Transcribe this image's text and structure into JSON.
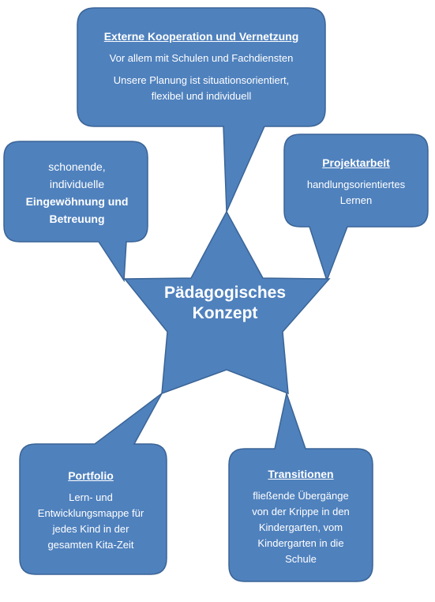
{
  "colors": {
    "fill": "#4f81bd",
    "stroke": "#3a6496",
    "text": "#ffffff"
  },
  "center": {
    "line1": "Pädagogisches",
    "line2": "Konzept"
  },
  "external": {
    "heading": "Externe Kooperation und Vernetzung",
    "line1": "Vor allem mit Schulen und Fachdiensten",
    "line2": "Unsere Planung ist situationsorientiert,",
    "line3": "flexibel und individuell"
  },
  "eingewoehnung": {
    "line1": "schonende,",
    "line2": "individuelle",
    "bold1": "Eingewöhnung und",
    "bold2": "Betreuung"
  },
  "projektarbeit": {
    "heading": "Projektarbeit",
    "line1": "handlungsorientiertes",
    "line2": "Lernen"
  },
  "portfolio": {
    "heading": "Portfolio",
    "line1": "Lern- und",
    "line2": "Entwicklungsmappe für",
    "line3": "jedes Kind in der",
    "line4": "gesamten Kita-Zeit"
  },
  "transitionen": {
    "heading": "Transitionen",
    "line1": "fließende Übergänge",
    "line2": "von der Krippe in den",
    "line3": "Kindergarten, vom",
    "line4": "Kindergarten in die",
    "line5": "Schule"
  }
}
